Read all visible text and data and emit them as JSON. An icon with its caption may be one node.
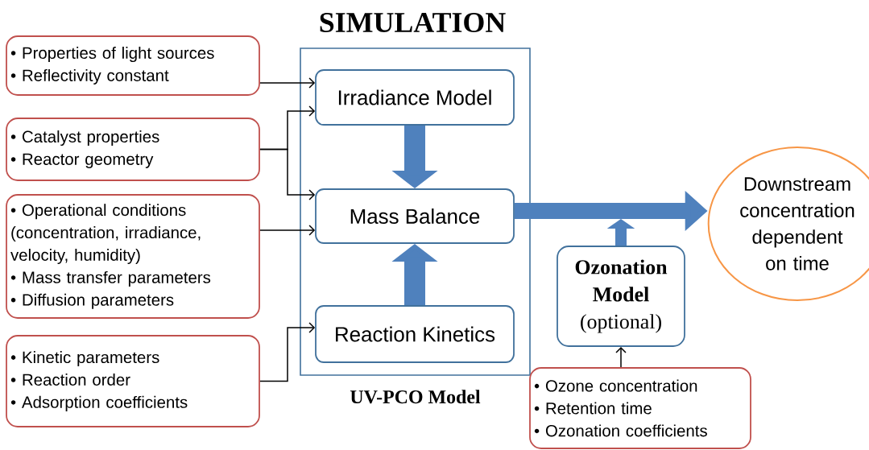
{
  "diagram": {
    "title": "SIMULATION",
    "nodes": [
      {
        "text": [
          "UV-PCO Model"
        ]
      },
      {
        "text": [
          "Irradiance Model"
        ],
        "in": 0
      },
      {
        "text": [
          "Mass Balance"
        ],
        "in": 0
      },
      {
        "text": [
          "Reaction Kinetics"
        ],
        "in": 0
      },
      {
        "text": [
          "• Properties of light sources",
          "• Reflectivity constant"
        ]
      },
      {
        "text": [
          "• Catalyst properties",
          "• Reactor geometry"
        ]
      },
      {
        "text": [
          "• Operational conditions (concentration, irradiance, velocity, humidity)",
          "• Mass transfer parameters",
          "• Diffusion parameters"
        ]
      },
      {
        "text": [
          "• Kinetic parameters",
          "• Reaction order",
          "• Adsorption coefficients"
        ]
      },
      {
        "text": [
          "Ozonation Model",
          "(optional)"
        ]
      },
      {
        "text": [
          "• Ozone concentration",
          "• Retention time",
          "• Ozonation coefficients"
        ]
      },
      {
        "text": [
          "Downstream concentration dependent on time"
        ]
      }
    ],
    "edges": [
      {
        "from": 4,
        "to": 1,
        "arrow": "to"
      },
      {
        "from": 5,
        "to": 1,
        "arrow": "to"
      },
      {
        "from": 5,
        "to": 2,
        "arrow": "to"
      },
      {
        "from": 6,
        "to": 2,
        "arrow": "to"
      },
      {
        "from": 7,
        "to": 3,
        "arrow": "to"
      },
      {
        "from": 1,
        "to": 2,
        "arrow": "to",
        "style": "thick",
        "color": "#4f81bd"
      },
      {
        "from": 3,
        "to": 2,
        "arrow": "to",
        "style": "thick",
        "color": "#4f81bd"
      },
      {
        "from": 2,
        "to": 10,
        "arrow": "to",
        "style": "thick",
        "color": "#4f81bd"
      },
      {
        "from": 8,
        "to": null,
        "arrow": "to",
        "style": "thick",
        "color": "#4f81bd"
      },
      {
        "from": 9,
        "to": 8,
        "arrow": "to"
      }
    ]
  }
}
